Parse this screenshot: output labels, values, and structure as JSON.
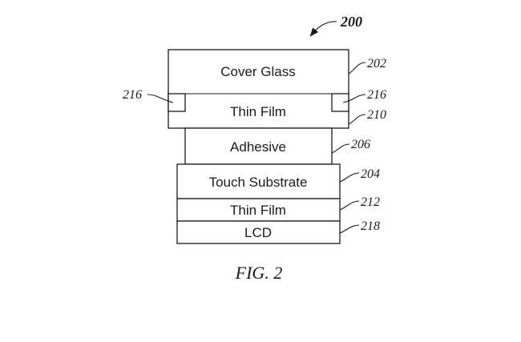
{
  "figure": {
    "number_label": "200",
    "caption": "FIG. 2"
  },
  "layers": {
    "cover_glass": {
      "label": "Cover Glass",
      "ref": "202"
    },
    "thin_film_top": {
      "label": "Thin Film",
      "ref": "210"
    },
    "adhesive": {
      "label": "Adhesive",
      "ref": "206"
    },
    "touch_substrate": {
      "label": "Touch Substrate",
      "ref": "204"
    },
    "thin_film_bottom": {
      "label": "Thin Film",
      "ref": "212"
    },
    "lcd": {
      "label": "LCD",
      "ref": "218"
    }
  },
  "pocket_refs": {
    "left": "216",
    "right": "216"
  },
  "colors": {
    "line": "#1a1a1a",
    "background": "#ffffff"
  }
}
